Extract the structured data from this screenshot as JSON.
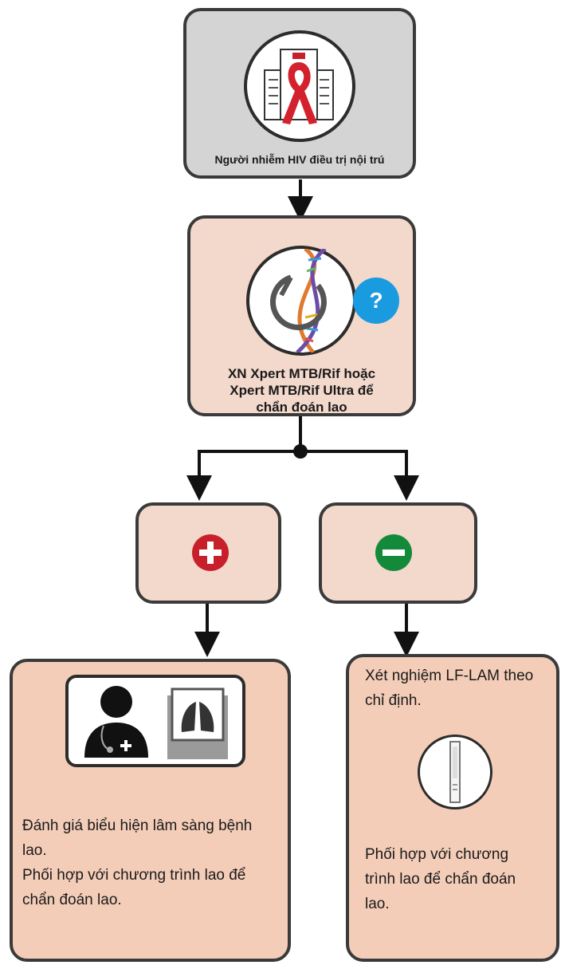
{
  "diagram": {
    "start": {
      "label": "Người nhiễm HIV điều trị nội trú"
    },
    "test": {
      "label_line1": "XN Xpert MTB/Rif hoặc",
      "label_line2": "Xpert MTB/Rif Ultra để",
      "label_line3": "chẩn đoán lao",
      "badge": "?"
    },
    "positive": {
      "symbol": "plus",
      "color": "#c8202a"
    },
    "negative": {
      "symbol": "minus",
      "color": "#138a3a"
    },
    "positive_action": {
      "line1": "Đánh giá biểu hiện lâm sàng bệnh",
      "line2": "lao.",
      "line3": "Phối hợp với chương trình lao để",
      "line4": "chẩn đoán lao."
    },
    "negative_action": {
      "title_line1": "Xét nghiệm LF-LAM theo",
      "title_line2": "chỉ định.",
      "body_line1": "Phối hợp với chương",
      "body_line2": "trình lao để chẩn đoán",
      "body_line3": "lao."
    }
  }
}
